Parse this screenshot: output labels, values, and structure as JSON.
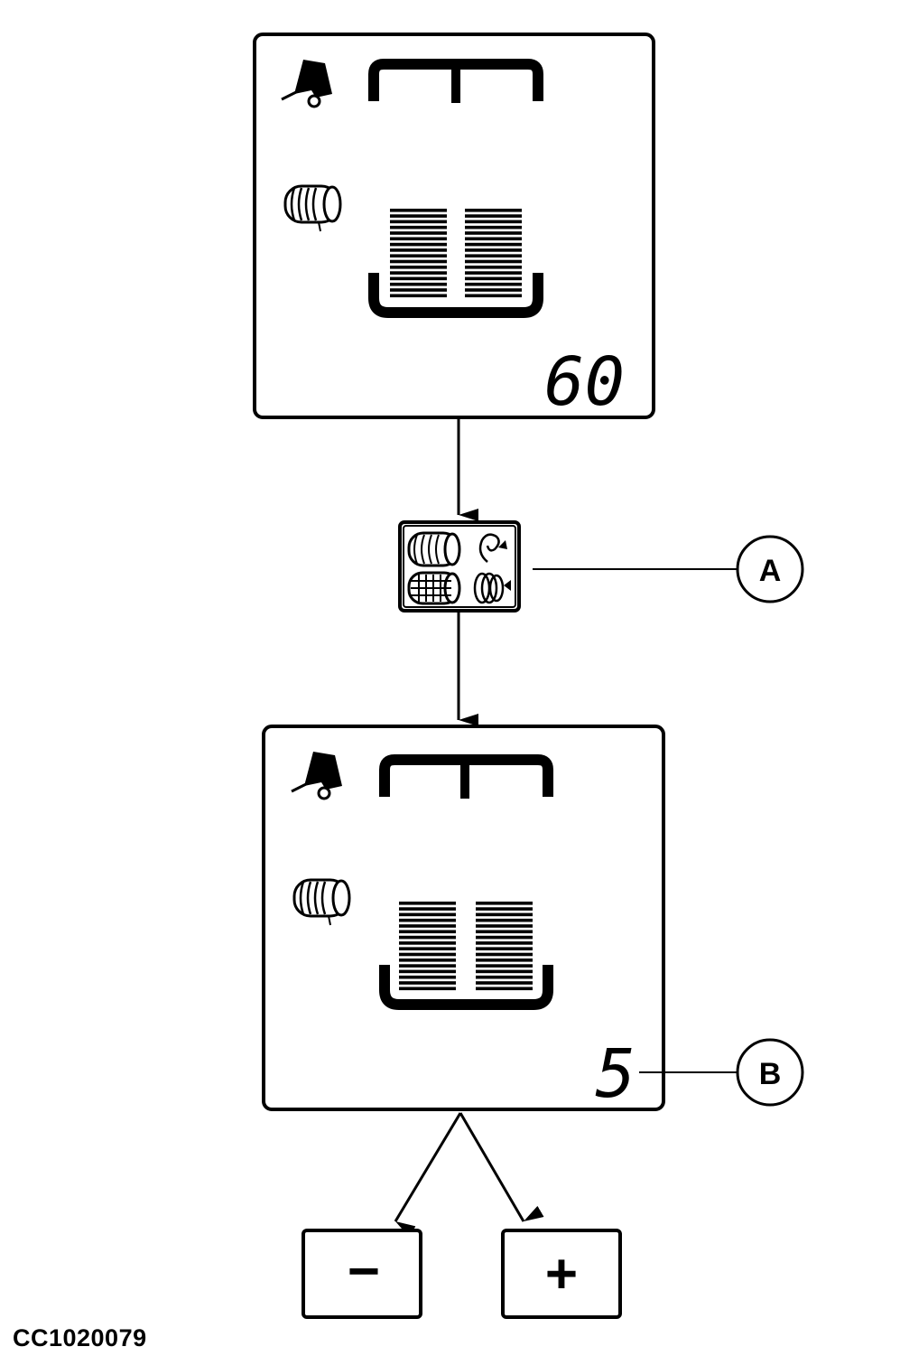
{
  "top_display": {
    "value": "60"
  },
  "bottom_display": {
    "value": "5"
  },
  "selector_key": {
    "icons": [
      "bale-twine-icon",
      "twine-wrap-icon",
      "bale-net-icon",
      "net-wrap-icon"
    ]
  },
  "callouts": {
    "a": "A",
    "b": "B"
  },
  "buttons": {
    "minus": "−",
    "plus": "+"
  },
  "caption": "CC1020079"
}
